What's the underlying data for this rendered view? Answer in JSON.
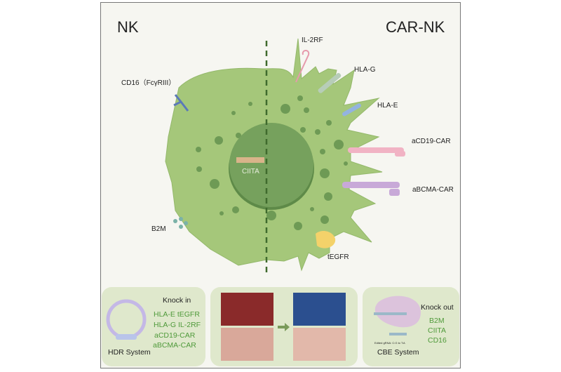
{
  "title_left": "NK",
  "title_right": "CAR-NK",
  "labels": {
    "il2rf": "IL-2RF",
    "hlag": "HLA-G",
    "hlae": "HLA-E",
    "acd19": "aCD19-CAR",
    "abcma": "aBCMA-CAR",
    "tegfr": "tEGFR",
    "cd16": "CD16（FcγRIII）",
    "b2m": "B2M",
    "ciita": "CIITA"
  },
  "hdr": {
    "heading": "Knock in",
    "items": [
      "HLA-E tEGFR",
      "HLA-G IL-2RF",
      "aCD19-CAR",
      "aBCMA-CAR"
    ],
    "caption": "HDR System"
  },
  "cbe": {
    "heading": "Knock out",
    "items": [
      "B2M",
      "CIITA",
      "CD16"
    ],
    "caption": "CBE System",
    "small": "Edited gRNA: C:G to T:A"
  },
  "colors": {
    "cell": "#a5c77a",
    "nucleus": "#6e9a55",
    "panel": "#dfe8cc",
    "green_text": "#4f9a3a"
  }
}
